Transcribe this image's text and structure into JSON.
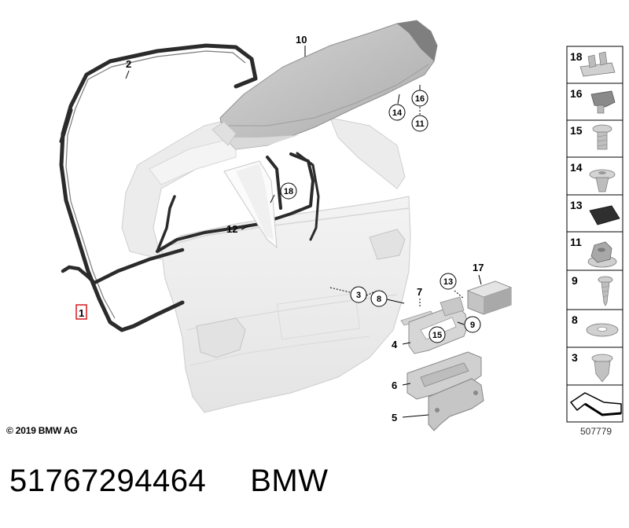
{
  "callouts": {
    "c1": "1",
    "c2": "2",
    "c3": "3",
    "c4": "4",
    "c5": "5",
    "c6": "6",
    "c7": "7",
    "c8": "8",
    "c9": "9",
    "c10": "10",
    "c11": "11",
    "c12": "12",
    "c13": "13",
    "c14": "14",
    "c15": "15",
    "c16": "16",
    "c17": "17",
    "c18": "18"
  },
  "legend": {
    "items": [
      "18",
      "16",
      "15",
      "14",
      "13",
      "11",
      "9",
      "8",
      "3"
    ]
  },
  "copyright": "© 2019 BMW AG",
  "reference_number": "507779",
  "footer": {
    "part_number": "51767294464",
    "brand": "BMW"
  },
  "colors": {
    "highlight": "#d9191f",
    "seal": "#2b2b2b",
    "spoiler": "#bdbdbd",
    "tailgate": "#eeeeee"
  }
}
